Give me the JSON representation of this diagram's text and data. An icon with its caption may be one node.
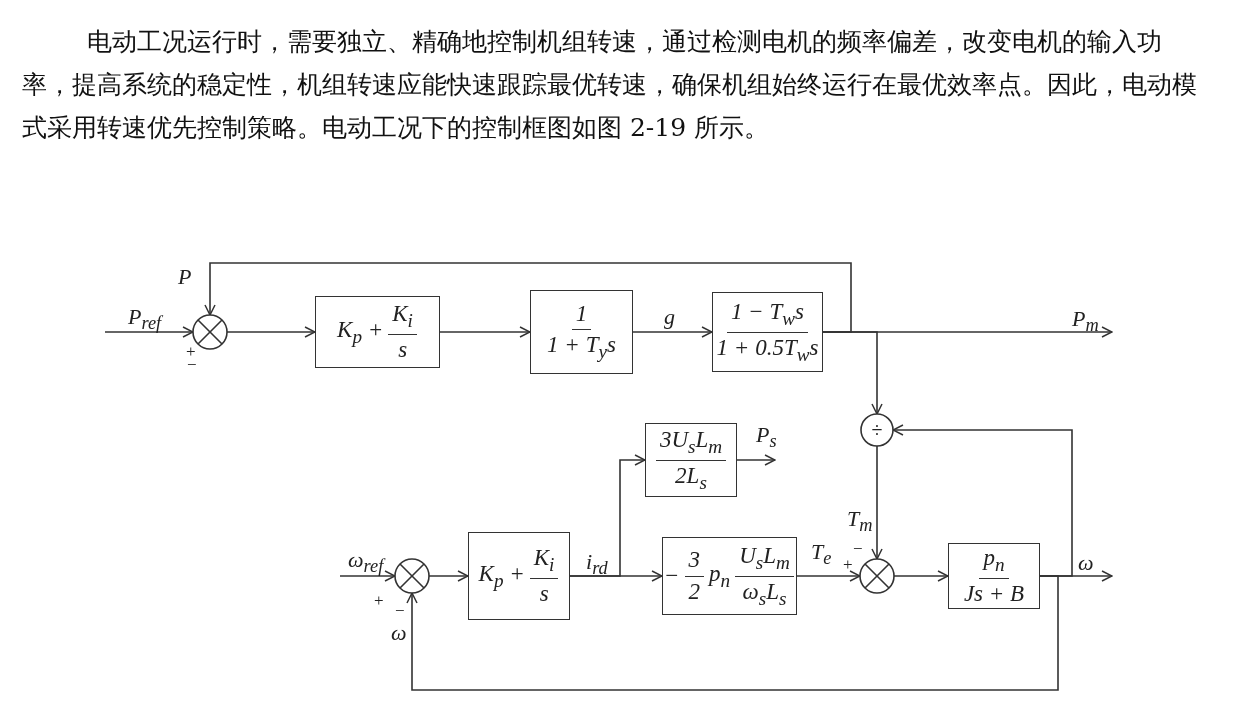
{
  "diagram": {
    "nodes": [
      {
        "text": [],
        "shape": "circle"
      },
      {
        "text": [
          "K$_{p}$ +",
          "K$_{i}$",
          "s"
        ]
      },
      {
        "text": [
          "1",
          "1 + T$_{y}$s"
        ]
      },
      {
        "text": [
          "1 − T$_{w}$s",
          "1 + 0.5T$_{w}$s"
        ]
      },
      {
        "text": [
          "÷"
        ]
      },
      {
        "text": [],
        "shape": "circle"
      },
      {
        "text": [
          "K$_{p}$ +",
          "K$_{i}$",
          "s"
        ]
      },
      {
        "text": [
          "3U$_{s}$L$_{m}$",
          "2L$_{s}$"
        ]
      },
      {
        "text": [
          "−",
          "3",
          "2",
          "p$_{n}$",
          "U$_{s}$L$_{m}$",
          "ω$_{s}$L$_{s}$"
        ]
      },
      {
        "text": [],
        "shape": "circle"
      },
      {
        "text": [
          "p$_{n}$",
          "Js + B"
        ]
      }
    ],
    "edges": [
      {
        "from": null,
        "to": 0,
        "arrow": "to",
        "label": "P$_{ref}$"
      },
      {
        "from": 0,
        "to": 1,
        "arrow": "to"
      },
      {
        "from": 1,
        "to": 2,
        "arrow": "to"
      },
      {
        "from": 2,
        "to": 3,
        "arrow": "to",
        "label": "g"
      },
      {
        "from": 3,
        "to": null,
        "arrow": "to",
        "label": "P$_{m}$"
      },
      {
        "from": 3,
        "to": 0,
        "arrow": "to",
        "label": "P"
      },
      {
        "from": 3,
        "to": 4,
        "arrow": "to"
      },
      {
        "from": 10,
        "to": 4,
        "arrow": "to"
      },
      {
        "from": 4,
        "to": 9,
        "arrow": "to",
        "label": "T$_{m}$"
      },
      {
        "from": null,
        "to": 5,
        "arrow": "to",
        "label": "ω$_{ref}$"
      },
      {
        "from": 5,
        "to": 6,
        "arrow": "to"
      },
      {
        "from": 6,
        "to": 7,
        "arrow": "to"
      },
      {
        "from": 6,
        "to": 8,
        "arrow": "to",
        "label": "i$_{rd}$"
      },
      {
        "from": 7,
        "to": null,
        "arrow": "to",
        "label": "P$_{s}$"
      },
      {
        "from": 8,
        "to": 9,
        "arrow": "to",
        "label": "T$_{e}$"
      },
      {
        "from": 9,
        "to": 10,
        "arrow": "to"
      },
      {
        "from": 10,
        "to": null,
        "arrow": "to",
        "label": "ω"
      },
      {
        "from": 10,
        "to": 5,
        "arrow": "to",
        "label": "ω"
      }
    ],
    "labels": [
      "电动工况运行时，需要独立、精确地控制机组转速，通过检测电机的频率偏差，改变电机的输入功率，提高系统的稳定性，机组转速应能快速跟踪最优转速，确保机组始终运行在最优效率点。因此，电动模式采用转速优先控制策略。电动工况下的控制框图如图 2-19 所示。",
      "+",
      "−",
      "−",
      "+",
      "+",
      "−"
    ]
  }
}
